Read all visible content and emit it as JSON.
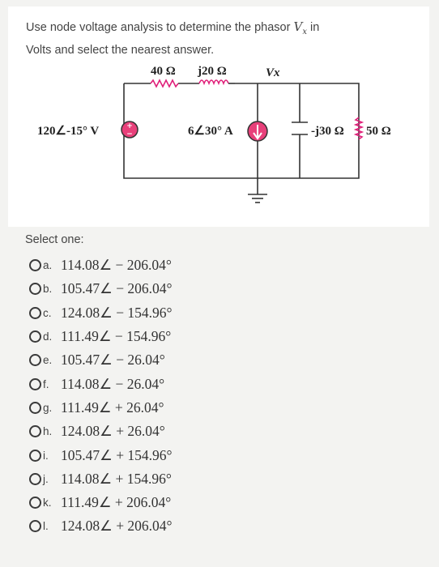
{
  "question": {
    "text_before": "Use node voltage analysis to determine the phasor ",
    "var_main": "V",
    "var_sub": "x",
    "text_after": " in",
    "line2": "Volts and select the nearest answer."
  },
  "circuit": {
    "r1_label": "40 Ω",
    "l1_label": "j20 Ω",
    "vx_label": "Vx",
    "source_label": "120∠-15° V",
    "current_label": "6∠30° A",
    "cap_label": "-j30 Ω",
    "r2_label": "50 Ω"
  },
  "select_label": "Select one:",
  "options": [
    {
      "letter": "a.",
      "value": "114.08∠ − 206.04°"
    },
    {
      "letter": "b.",
      "value": "105.47∠ − 206.04°"
    },
    {
      "letter": "c.",
      "value": "124.08∠ − 154.96°"
    },
    {
      "letter": "d.",
      "value": "111.49∠ − 154.96°"
    },
    {
      "letter": "e.",
      "value": "105.47∠ − 26.04°"
    },
    {
      "letter": "f.",
      "value": "114.08∠ − 26.04°"
    },
    {
      "letter": "g.",
      "value": "111.49∠ + 26.04°"
    },
    {
      "letter": "h.",
      "value": "124.08∠ + 26.04°"
    },
    {
      "letter": "i.",
      "value": "105.47∠ + 154.96°"
    },
    {
      "letter": "j.",
      "value": "114.08∠ + 154.96°"
    },
    {
      "letter": "k.",
      "value": "111.49∠ + 206.04°"
    },
    {
      "letter": "l.",
      "value": "124.08∠ + 206.04°"
    }
  ],
  "colors": {
    "inductor": "#e0207a",
    "resistor": "#e0207a",
    "source_fill": "#e8407a",
    "wire": "#333333"
  }
}
